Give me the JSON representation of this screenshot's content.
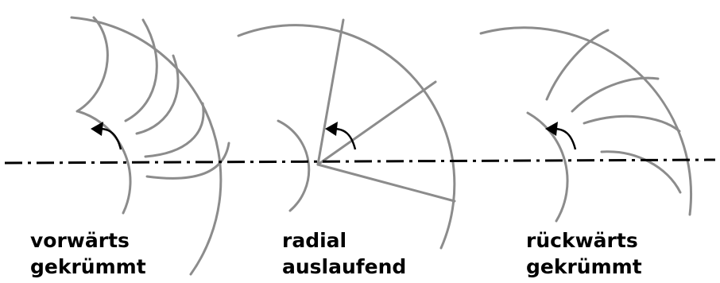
{
  "colors": {
    "background": "#ffffff",
    "impeller_lines": "#8c8c8c",
    "arrow": "#000000",
    "axis": "#000000",
    "text": "#000000"
  },
  "icons": [
    "rotation-arrow-icon"
  ],
  "impellers": [
    {
      "id": "forward-curved",
      "label_line1": "vorwärts",
      "label_line2": "gekrümmt"
    },
    {
      "id": "radial",
      "label_line1": "radial",
      "label_line2": "auslaufend"
    },
    {
      "id": "backward-curved",
      "label_line1": "rückwärts",
      "label_line2": "gekrümmt"
    }
  ]
}
